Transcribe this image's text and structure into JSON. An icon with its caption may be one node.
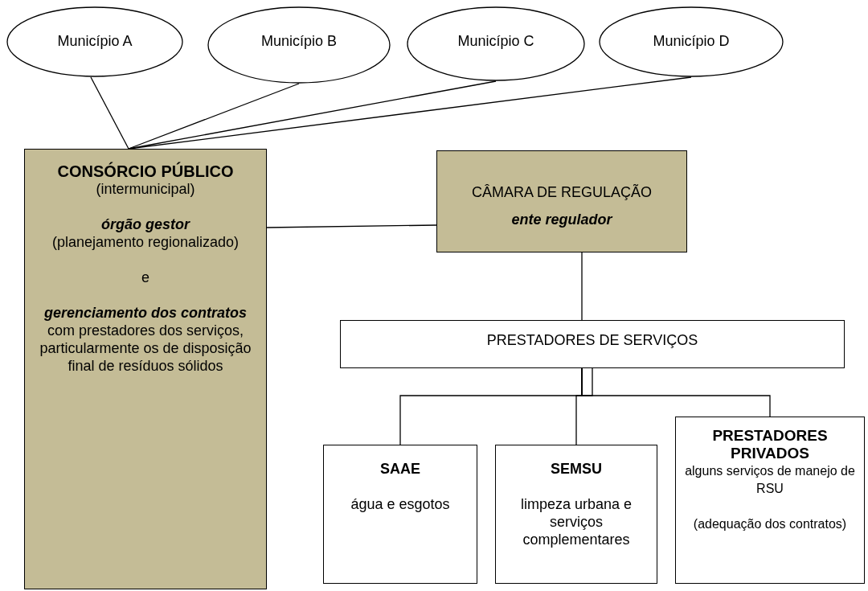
{
  "diagram": {
    "nodes": [
      {
        "text": [
          "Município A"
        ]
      },
      {
        "text": [
          "Município B"
        ]
      },
      {
        "text": [
          "Município C"
        ]
      },
      {
        "text": [
          "Município D"
        ]
      },
      {
        "text": [
          "CONSÓRCIO PÚBLICO",
          "(intermunicipal)",
          "órgão gestor",
          "(planejamento regionalizado)",
          "e",
          "gerenciamento dos contratos",
          "com prestadores dos serviços, particularmente os de disposição final de resíduos sólidos"
        ]
      },
      {
        "text": [
          "CÂMARA DE REGULAÇÃO",
          "ente regulador"
        ]
      },
      {
        "text": [
          "PRESTADORES DE SERVIÇOS"
        ]
      },
      {
        "text": [
          "SAAE",
          "água e esgotos"
        ]
      },
      {
        "text": [
          "SEMSU",
          "limpeza urbana e serviços complementares"
        ]
      },
      {
        "text": [
          "PRESTADORES PRIVADOS",
          "alguns serviços de manejo de RSU",
          "(adequação dos contratos)"
        ]
      }
    ],
    "edges": [
      {
        "from": 0,
        "to": 4,
        "arrow": "none"
      },
      {
        "from": 1,
        "to": 4,
        "arrow": "none"
      },
      {
        "from": 2,
        "to": 4,
        "arrow": "none"
      },
      {
        "from": 3,
        "to": 4,
        "arrow": "none"
      },
      {
        "from": 4,
        "to": 5,
        "arrow": "none"
      },
      {
        "from": 5,
        "to": 6,
        "arrow": "none"
      },
      {
        "from": 6,
        "to": 7,
        "arrow": "none"
      },
      {
        "from": 6,
        "to": 8,
        "arrow": "none"
      },
      {
        "from": 6,
        "to": 9,
        "arrow": "none"
      }
    ]
  }
}
